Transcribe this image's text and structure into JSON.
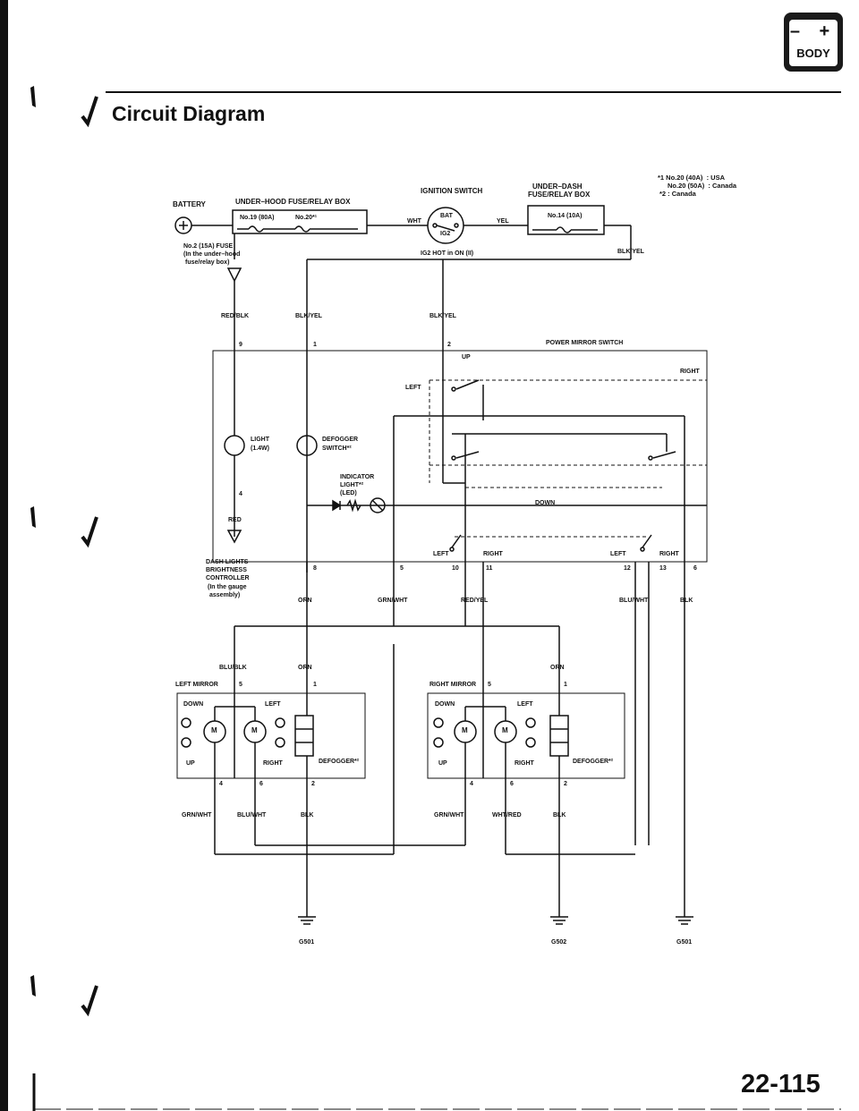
{
  "header": {
    "badge_symbol": "– +",
    "badge_text": "BODY",
    "title": "Circuit Diagram"
  },
  "notes": {
    "n1_a": "*1 No.20 (40A)  : USA",
    "n1_b": "No.20 (50A)  : Canada",
    "n2": "*2 : Canada"
  },
  "power": {
    "battery": "BATTERY",
    "underhood_box": "UNDER–HOOD FUSE/RELAY BOX",
    "fuse19": "No.19 (80A)",
    "fuse20": "No.20*¹",
    "fuse2_l1": "No.2 (15A) FUSE",
    "fuse2_l2": "(In the under–hood",
    "fuse2_l3": "fuse/relay box)",
    "ign_switch": "IGNITION SWITCH",
    "bat": "BAT",
    "ig2": "IG2",
    "ig2_note": "IG2 HOT in ON (II)",
    "underdash_l1": "UNDER–DASH",
    "underdash_l2": "FUSE/RELAY BOX",
    "fuse14": "No.14 (10A)"
  },
  "wires": {
    "wht": "WHT",
    "yel": "YEL",
    "blk_yel": "BLK/YEL",
    "red_blk": "RED/BLK",
    "red": "RED",
    "orn": "ORN",
    "grn_wht": "GRN/WHT",
    "red_yel": "RED/YEL",
    "blu_wht": "BLU/WHT",
    "blk": "BLK",
    "blu_blk": "BLU/BLK",
    "wht_red": "WHT/RED"
  },
  "switch": {
    "name": "POWER MIRROR SWITCH",
    "up": "UP",
    "down": "DOWN",
    "left": "LEFT",
    "right": "RIGHT",
    "light_l1": "LIGHT",
    "light_l2": "(1.4W)",
    "defog_l1": "DEFOGGER",
    "defog_l2": "SWITCH*²",
    "ind_l1": "INDICATOR",
    "ind_l2": "LIGHT*²",
    "ind_l3": "(LED)",
    "dimmer_l1": "DASH LIGHTS",
    "dimmer_l2": "BRIGHTNESS",
    "dimmer_l3": "CONTROLLER",
    "dimmer_l4": "(In the gauge",
    "dimmer_l5": "assembly)"
  },
  "pins": [
    "9",
    "1",
    "2",
    "4",
    "8",
    "5",
    "10",
    "11",
    "12",
    "13",
    "6",
    "5",
    "1",
    "4",
    "6",
    "2",
    "5",
    "1",
    "4",
    "6",
    "2"
  ],
  "mirrors": {
    "left": "LEFT MIRROR",
    "right": "RIGHT MIRROR",
    "down": "DOWN",
    "up": "UP",
    "left_dir": "LEFT",
    "right_dir": "RIGHT",
    "motor": "M",
    "defogger": "DEFOGGER*²"
  },
  "grounds": [
    "G501",
    "G502",
    "G501"
  ],
  "page_number": "22-115"
}
